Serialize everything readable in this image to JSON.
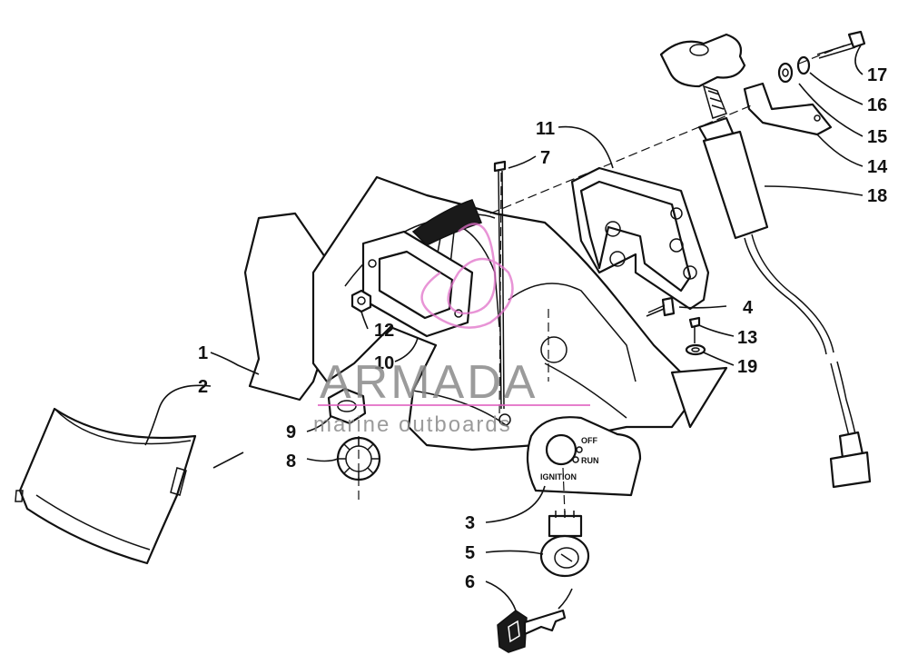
{
  "callouts": [
    "1",
    "2",
    "3",
    "4",
    "5",
    "6",
    "7",
    "8",
    "9",
    "10",
    "11",
    "12",
    "13",
    "14",
    "15",
    "16",
    "17",
    "18",
    "19"
  ],
  "plate": {
    "off": "OFF",
    "run": "RUN",
    "ignition": "IGNITION"
  },
  "watermark": {
    "title": "ARMADA",
    "subtitle": "marine outboards"
  },
  "colors": {
    "line": "#111111",
    "watermark_text": "#8a8a8a",
    "watermark_accent": "#e060c0"
  }
}
